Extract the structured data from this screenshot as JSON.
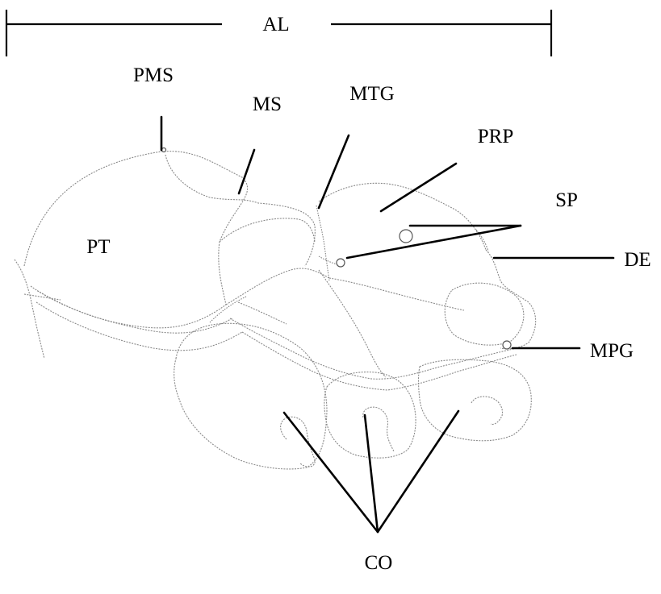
{
  "labels": {
    "al": "AL",
    "pms": "PMS",
    "ms": "MS",
    "mtg": "MTG",
    "prp": "PRP",
    "sp": "SP",
    "pt": "PT",
    "de": "DE",
    "mpg": "MPG",
    "co": "CO"
  }
}
